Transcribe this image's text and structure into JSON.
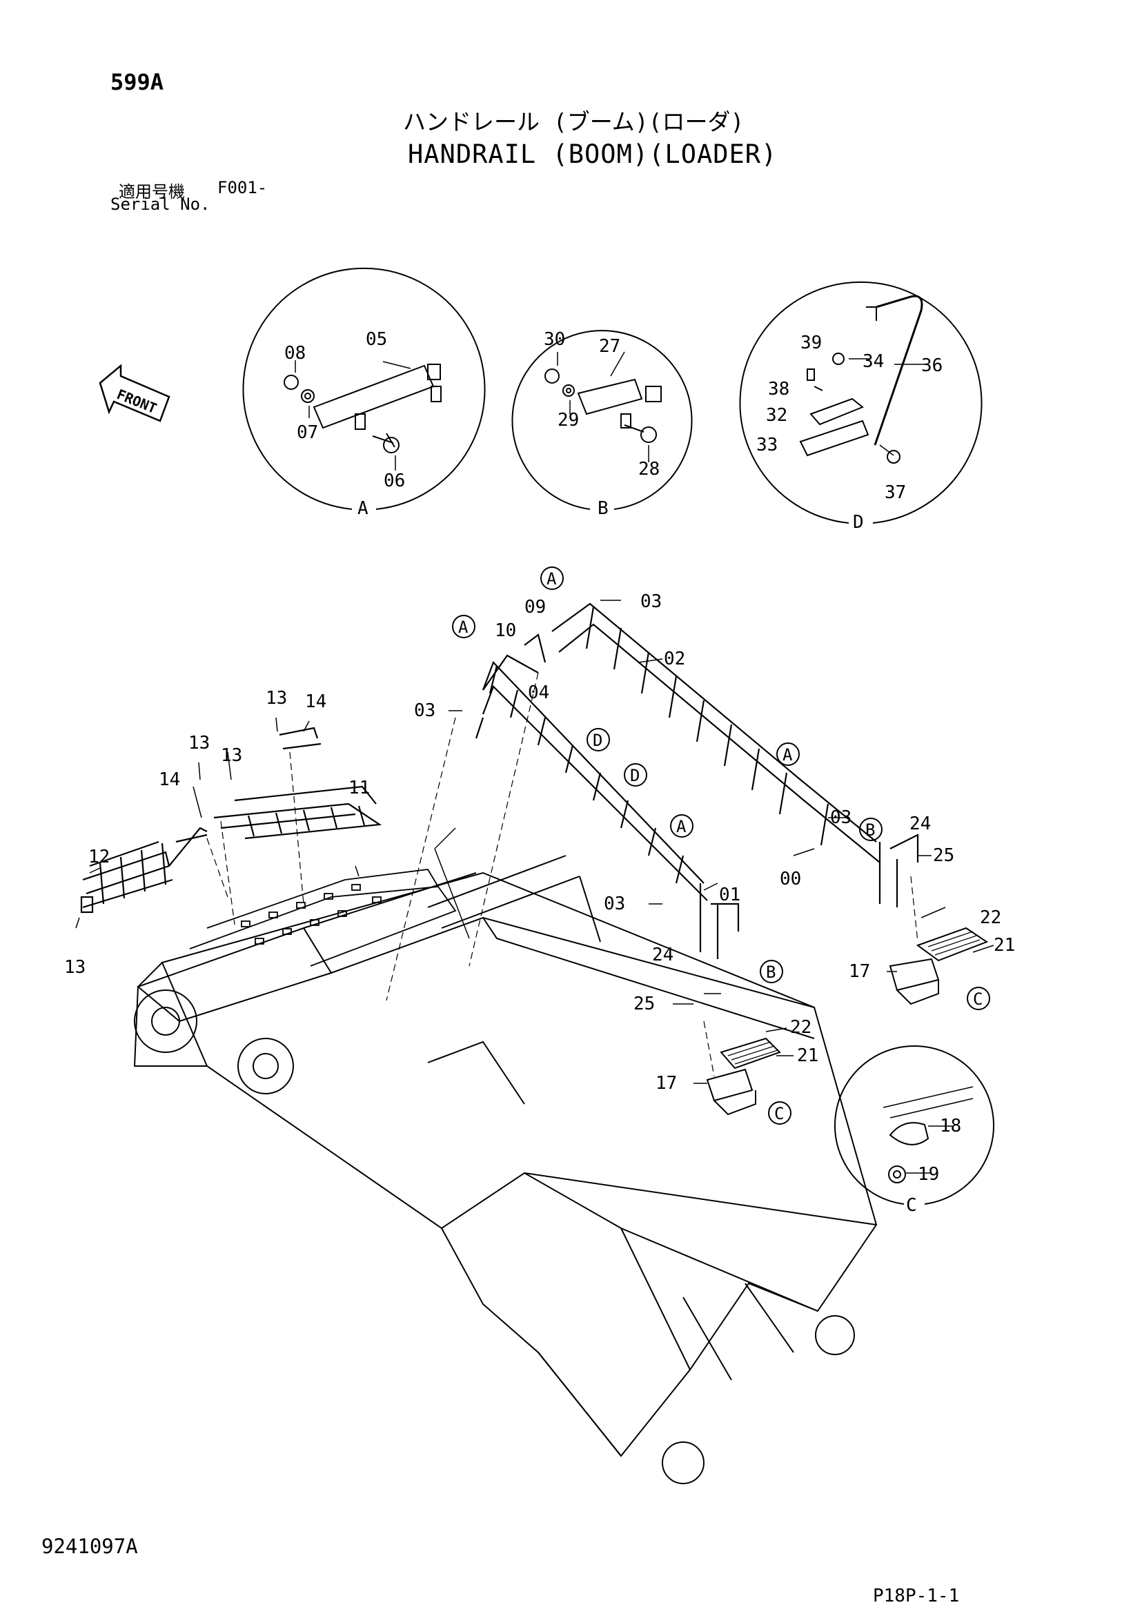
{
  "header": {
    "page_code": "599A",
    "title_jp": "ハンドレール (ブーム)(ローダ)",
    "title_en": "HANDRAIL (BOOM)(LOADER)",
    "serial_label_jp": "適用号機",
    "serial_value": "F001-",
    "serial_label_en": "Serial No."
  },
  "front_label": "FRONT",
  "details": {
    "A": {
      "letter": "A",
      "parts": [
        "08",
        "05",
        "07",
        "06"
      ]
    },
    "B": {
      "letter": "B",
      "parts": [
        "30",
        "27",
        "29",
        "28"
      ]
    },
    "D": {
      "letter": "D",
      "parts": [
        "39",
        "34",
        "36",
        "38",
        "32",
        "33",
        "37"
      ]
    },
    "C": {
      "letter": "C",
      "parts": [
        "18",
        "19"
      ]
    }
  },
  "part_labels": {
    "p00": "00",
    "p01": "01",
    "p02": "02",
    "p03": "03",
    "p04": "04",
    "p09": "09",
    "p10": "10",
    "p11": "11",
    "p12": "12",
    "p13": "13",
    "p14": "14",
    "p17": "17",
    "p21": "21",
    "p22": "22",
    "p24": "24",
    "p25": "25"
  },
  "callouts": {
    "A": "A",
    "B": "B",
    "C": "C",
    "D": "D"
  },
  "footer": {
    "doc_number": "9241097A",
    "page_ref": "P18P-1-1"
  }
}
